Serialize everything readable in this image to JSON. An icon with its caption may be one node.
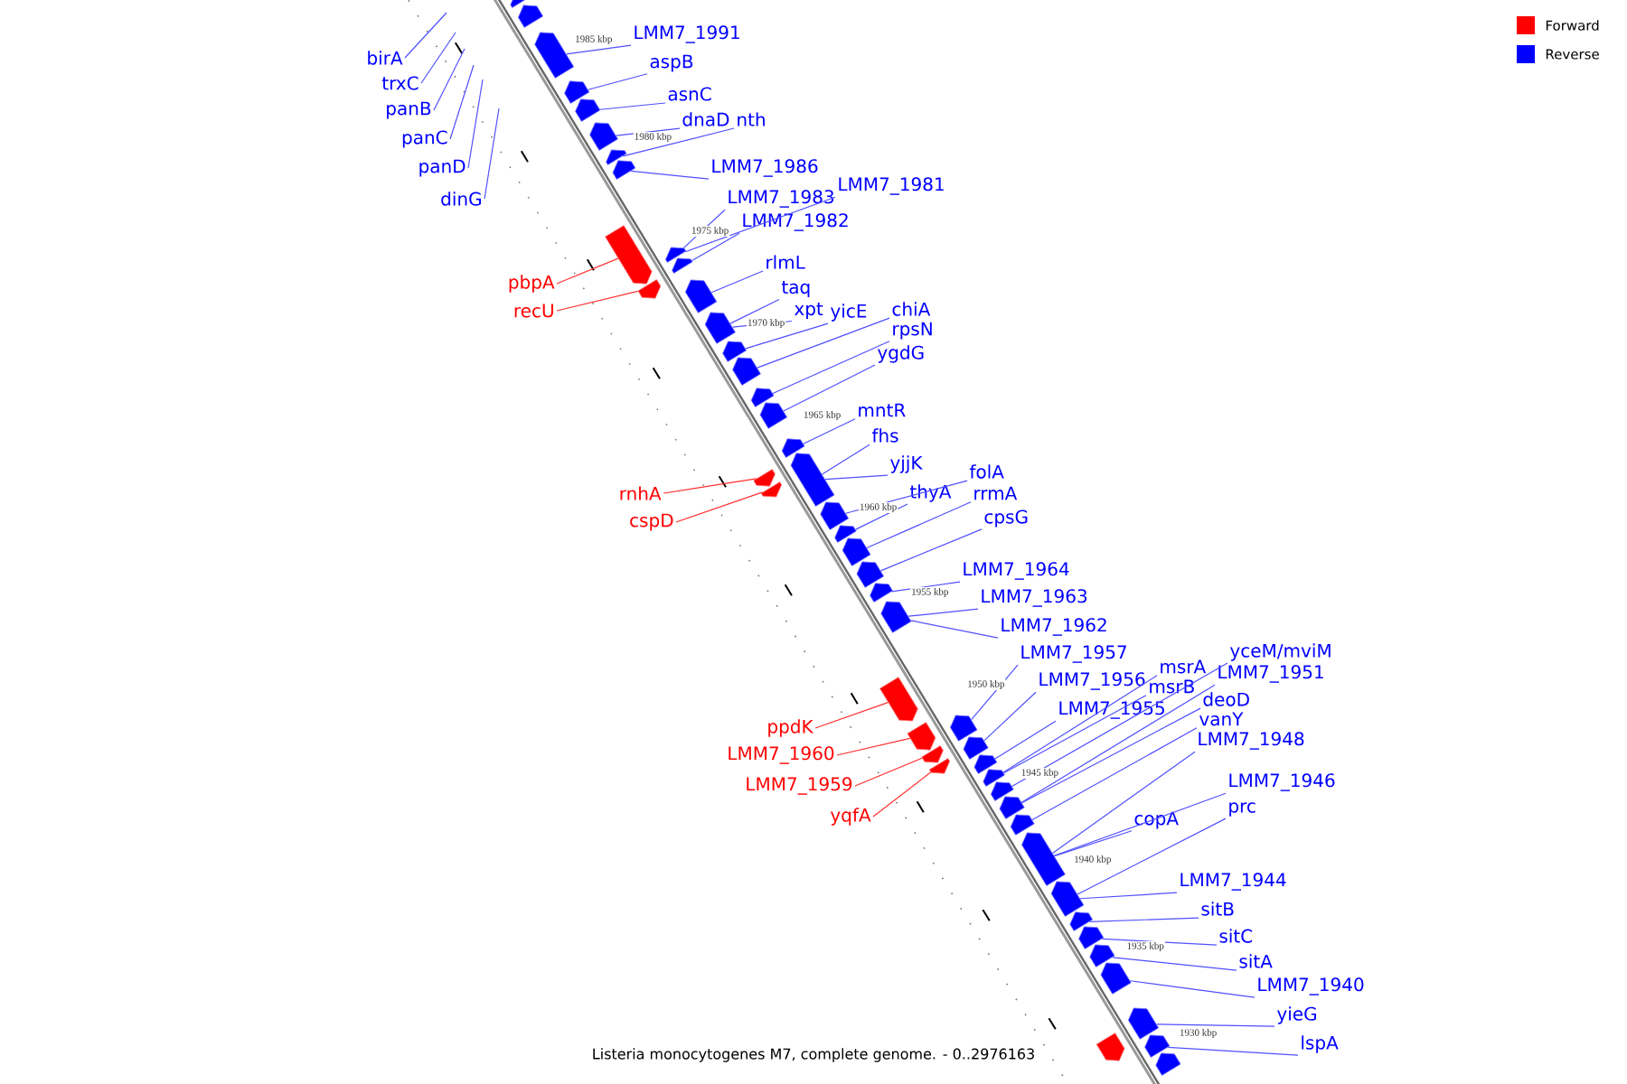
{
  "diagram": {
    "caption": "Listeria monocytogenes M7, complete genome. - 0..2976163",
    "nodes": [
      {
        "text": [
          "birA"
        ]
      },
      {
        "text": [
          "trxC"
        ]
      },
      {
        "text": [
          "panB"
        ]
      },
      {
        "text": [
          "panC"
        ]
      },
      {
        "text": [
          "panD"
        ]
      },
      {
        "text": [
          "dinG"
        ]
      },
      {
        "text": [
          "LMM7_1991"
        ]
      },
      {
        "text": [
          "aspB"
        ]
      },
      {
        "text": [
          "asnC"
        ]
      },
      {
        "text": [
          "dnaD"
        ]
      },
      {
        "text": [
          "nth"
        ]
      },
      {
        "text": [
          "LMM7_1986"
        ]
      },
      {
        "text": [
          "LMM7_1983"
        ]
      },
      {
        "text": [
          "LMM7_1981"
        ]
      },
      {
        "text": [
          "LMM7_1982"
        ]
      },
      {
        "text": [
          "pbpA"
        ]
      },
      {
        "text": [
          "recU"
        ]
      },
      {
        "text": [
          "rlmL"
        ]
      },
      {
        "text": [
          "taq"
        ]
      },
      {
        "text": [
          "xpt"
        ]
      },
      {
        "text": [
          "yicE"
        ]
      },
      {
        "text": [
          "chiA"
        ]
      },
      {
        "text": [
          "rpsN"
        ]
      },
      {
        "text": [
          "ygdG"
        ]
      },
      {
        "text": [
          "mntR"
        ]
      },
      {
        "text": [
          "fhs"
        ]
      },
      {
        "text": [
          "yjjK"
        ]
      },
      {
        "text": [
          "rnhA"
        ]
      },
      {
        "text": [
          "cspD"
        ]
      },
      {
        "text": [
          "folA"
        ]
      },
      {
        "text": [
          "thyA"
        ]
      },
      {
        "text": [
          "rrmA"
        ]
      },
      {
        "text": [
          "cpsG"
        ]
      },
      {
        "text": [
          "LMM7_1964"
        ]
      },
      {
        "text": [
          "LMM7_1963"
        ]
      },
      {
        "text": [
          "LMM7_1962"
        ]
      },
      {
        "text": [
          "LMM7_1957"
        ]
      },
      {
        "text": [
          "yceM/mviM"
        ]
      },
      {
        "text": [
          "msrA"
        ]
      },
      {
        "text": [
          "LMM7_1951"
        ]
      },
      {
        "text": [
          "LMM7_1956"
        ]
      },
      {
        "text": [
          "msrB"
        ]
      },
      {
        "text": [
          "deoD"
        ]
      },
      {
        "text": [
          "LMM7_1955"
        ]
      },
      {
        "text": [
          "ppdK"
        ]
      },
      {
        "text": [
          "vanY"
        ]
      },
      {
        "text": [
          "LMM7_1960"
        ]
      },
      {
        "text": [
          "LMM7_1948"
        ]
      },
      {
        "text": [
          "LMM7_1959"
        ]
      },
      {
        "text": [
          "LMM7_1946"
        ]
      },
      {
        "text": [
          "prc"
        ]
      },
      {
        "text": [
          "yqfA"
        ]
      },
      {
        "text": [
          "copA"
        ]
      },
      {
        "text": [
          "LMM7_1944"
        ]
      },
      {
        "text": [
          "sitB"
        ]
      },
      {
        "text": [
          "sitC"
        ]
      },
      {
        "text": [
          "sitA"
        ]
      },
      {
        "text": [
          "LMM7_1940"
        ]
      },
      {
        "text": [
          "yieG"
        ]
      },
      {
        "text": [
          "lspA"
        ]
      },
      {
        "text": [],
        "shape": "pentagon"
      },
      {
        "text": [],
        "shape": "pentagon"
      },
      {
        "text": [],
        "shape": "pentagon"
      },
      {
        "text": [],
        "shape": "pentagon"
      },
      {
        "text": [],
        "shape": "pentagon"
      },
      {
        "text": [],
        "shape": "pentagon"
      },
      {
        "text": [],
        "shape": "pentagon"
      },
      {
        "text": [],
        "shape": "pentagon"
      },
      {
        "text": [],
        "shape": "pentagon"
      },
      {
        "text": [],
        "shape": "pentagon"
      },
      {
        "text": [],
        "shape": "pentagon"
      },
      {
        "text": [],
        "shape": "pentagon"
      },
      {
        "text": [],
        "shape": "pentagon"
      },
      {
        "text": [],
        "shape": "pentagon"
      },
      {
        "text": [],
        "shape": "pentagon"
      },
      {
        "text": [],
        "shape": "pentagon"
      },
      {
        "text": [],
        "shape": "pentagon"
      },
      {
        "text": [],
        "shape": "pentagon"
      },
      {
        "text": [],
        "shape": "pentagon"
      },
      {
        "text": [],
        "shape": "pentagon"
      },
      {
        "text": [],
        "shape": "pentagon"
      },
      {
        "text": [],
        "shape": "pentagon"
      },
      {
        "text": [],
        "shape": "pentagon"
      },
      {
        "text": [],
        "shape": "pentagon"
      },
      {
        "text": [],
        "shape": "pentagon"
      },
      {
        "text": [],
        "shape": "pentagon"
      },
      {
        "text": [],
        "shape": "pentagon"
      },
      {
        "text": [],
        "shape": "pentagon"
      },
      {
        "text": [],
        "shape": "pentagon"
      },
      {
        "text": [],
        "shape": "pentagon"
      },
      {
        "text": [],
        "shape": "pentagon"
      },
      {
        "text": [],
        "shape": "pentagon"
      },
      {
        "text": [],
        "shape": "pentagon"
      },
      {
        "text": [],
        "shape": "pentagon"
      },
      {
        "text": [],
        "shape": "pentagon"
      },
      {
        "text": [],
        "shape": "pentagon"
      },
      {
        "text": [],
        "shape": "pentagon"
      },
      {
        "text": [],
        "shape": "pentagon"
      },
      {
        "text": [],
        "shape": "pentagon"
      },
      {
        "text": [],
        "shape": "pentagon"
      },
      {
        "text": [],
        "shape": "pentagon"
      },
      {
        "text": [],
        "shape": "pentagon"
      },
      {
        "text": [],
        "shape": "pentagon"
      },
      {
        "text": [],
        "shape": "pentagon"
      },
      {
        "text": [],
        "shape": "pentagon"
      },
      {
        "text": [],
        "shape": "pentagon"
      },
      {
        "text": [],
        "shape": "pentagon"
      },
      {
        "text": [],
        "shape": "pentagon"
      },
      {
        "text": [],
        "shape": "pentagon"
      }
    ],
    "edges": [
      {
        "from": 0,
        "to": null,
        "arrow": "none"
      },
      {
        "from": 1,
        "to": null,
        "arrow": "none"
      },
      {
        "from": 2,
        "to": null,
        "arrow": "none"
      },
      {
        "from": 3,
        "to": null,
        "arrow": "none"
      },
      {
        "from": 4,
        "to": null,
        "arrow": "none"
      },
      {
        "from": 5,
        "to": null,
        "arrow": "none"
      },
      {
        "from": 6,
        "to": 62,
        "arrow": "none"
      },
      {
        "from": 7,
        "to": 63,
        "arrow": "none"
      },
      {
        "from": 8,
        "to": 64,
        "arrow": "none"
      },
      {
        "from": 9,
        "to": 65,
        "arrow": "none"
      },
      {
        "from": 10,
        "to": 66,
        "arrow": "none"
      },
      {
        "from": 11,
        "to": 67,
        "arrow": "none"
      },
      {
        "from": 12,
        "to": 69,
        "arrow": "none"
      },
      {
        "from": 13,
        "to": 69,
        "arrow": "none"
      },
      {
        "from": 14,
        "to": 70,
        "arrow": "none"
      },
      {
        "from": 15,
        "to": 68,
        "arrow": "none",
        "color": "#ff3030"
      },
      {
        "from": 16,
        "to": 71,
        "arrow": "none",
        "color": "#ff3030"
      },
      {
        "from": 17,
        "to": 72,
        "arrow": "none"
      },
      {
        "from": 18,
        "to": 73,
        "arrow": "none"
      },
      {
        "from": 19,
        "to": 73,
        "arrow": "none"
      },
      {
        "from": 20,
        "to": 74,
        "arrow": "none"
      },
      {
        "from": 21,
        "to": 75,
        "arrow": "none"
      },
      {
        "from": 22,
        "to": 76,
        "arrow": "none"
      },
      {
        "from": 23,
        "to": 77,
        "arrow": "none"
      },
      {
        "from": 24,
        "to": 78,
        "arrow": "none"
      },
      {
        "from": 25,
        "to": 80,
        "arrow": "none"
      },
      {
        "from": 26,
        "to": 80,
        "arrow": "none"
      },
      {
        "from": 27,
        "to": 79,
        "arrow": "none",
        "color": "#ff3030"
      },
      {
        "from": 28,
        "to": 81,
        "arrow": "none",
        "color": "#ff3030"
      },
      {
        "from": 29,
        "to": 82,
        "arrow": "none"
      },
      {
        "from": 30,
        "to": 83,
        "arrow": "none"
      },
      {
        "from": 31,
        "to": 84,
        "arrow": "none"
      },
      {
        "from": 32,
        "to": 85,
        "arrow": "none"
      },
      {
        "from": 33,
        "to": 86,
        "arrow": "none"
      },
      {
        "from": 34,
        "to": 87,
        "arrow": "none"
      },
      {
        "from": 35,
        "to": 87,
        "arrow": "none"
      },
      {
        "from": 36,
        "to": 90,
        "arrow": "none"
      },
      {
        "from": 37,
        "to": 96,
        "arrow": "none"
      },
      {
        "from": 38,
        "to": 95,
        "arrow": "none"
      },
      {
        "from": 39,
        "to": 97,
        "arrow": "none"
      },
      {
        "from": 40,
        "to": 93,
        "arrow": "none"
      },
      {
        "from": 41,
        "to": 95,
        "arrow": "none"
      },
      {
        "from": 42,
        "to": 97,
        "arrow": "none"
      },
      {
        "from": 43,
        "to": 94,
        "arrow": "none"
      },
      {
        "from": 44,
        "to": 88,
        "arrow": "none",
        "color": "#ff3030"
      },
      {
        "from": 45,
        "to": 98,
        "arrow": "none"
      },
      {
        "from": 46,
        "to": 89,
        "arrow": "none",
        "color": "#ff3030"
      },
      {
        "from": 47,
        "to": 99,
        "arrow": "none"
      },
      {
        "from": 48,
        "to": 91,
        "arrow": "none",
        "color": "#ff3030"
      },
      {
        "from": 49,
        "to": 99,
        "arrow": "none"
      },
      {
        "from": 50,
        "to": 100,
        "arrow": "none"
      },
      {
        "from": 51,
        "to": 92,
        "arrow": "none",
        "color": "#ff3030"
      },
      {
        "from": 52,
        "to": 99,
        "arrow": "none"
      },
      {
        "from": 53,
        "to": 100,
        "arrow": "none"
      },
      {
        "from": 54,
        "to": 101,
        "arrow": "none"
      },
      {
        "from": 55,
        "to": 102,
        "arrow": "none"
      },
      {
        "from": 56,
        "to": 103,
        "arrow": "none"
      },
      {
        "from": 57,
        "to": 104,
        "arrow": "none"
      },
      {
        "from": 58,
        "to": 105,
        "arrow": "none"
      },
      {
        "from": 59,
        "to": 107,
        "arrow": "none"
      }
    ],
    "labels": [
      "1985 kbp",
      "1980 kbp",
      "1975 kbp",
      "1970 kbp",
      "1965 kbp",
      "1960 kbp",
      "1955 kbp",
      "1950 kbp",
      "1945 kbp",
      "1940 kbp",
      "1935 kbp",
      "1930 kbp"
    ],
    "legend": [
      {
        "text": "Forward",
        "color": "#ff0000"
      },
      {
        "text": "Reverse",
        "color": "#0000ff"
      }
    ]
  }
}
